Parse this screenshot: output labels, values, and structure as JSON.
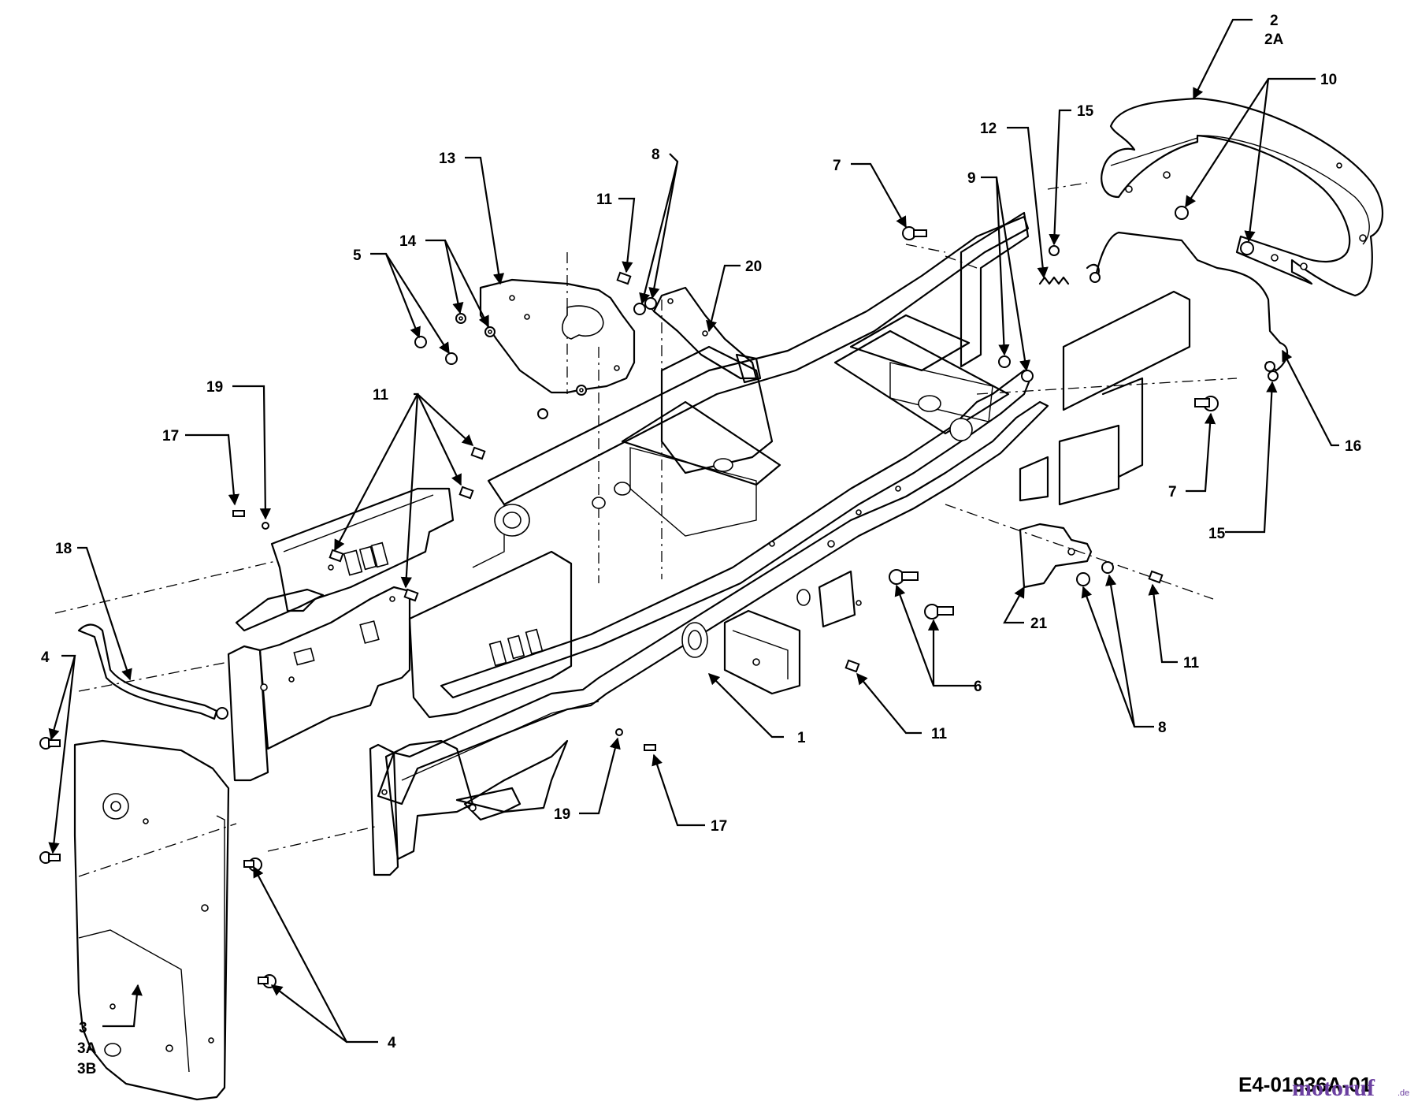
{
  "diagram": {
    "drawing_code": "E4-01936A-01",
    "watermark": {
      "name": "motoruf",
      "tld": ".de"
    },
    "parts": [
      {
        "id": "1",
        "lines": [
          "1"
        ]
      },
      {
        "id": "2",
        "lines": [
          "2",
          "2A"
        ]
      },
      {
        "id": "3",
        "lines": [
          "3",
          "3A",
          "3B"
        ]
      },
      {
        "id": "4a",
        "lines": [
          "4"
        ]
      },
      {
        "id": "4b",
        "lines": [
          "4"
        ]
      },
      {
        "id": "5",
        "lines": [
          "5"
        ]
      },
      {
        "id": "6",
        "lines": [
          "6"
        ]
      },
      {
        "id": "7a",
        "lines": [
          "7"
        ]
      },
      {
        "id": "7b",
        "lines": [
          "7"
        ]
      },
      {
        "id": "8a",
        "lines": [
          "8"
        ]
      },
      {
        "id": "8b",
        "lines": [
          "8"
        ]
      },
      {
        "id": "9",
        "lines": [
          "9"
        ]
      },
      {
        "id": "10",
        "lines": [
          "10"
        ]
      },
      {
        "id": "11a",
        "lines": [
          "11"
        ]
      },
      {
        "id": "11b",
        "lines": [
          "11"
        ]
      },
      {
        "id": "11c",
        "lines": [
          "11"
        ]
      },
      {
        "id": "11d",
        "lines": [
          "11"
        ]
      },
      {
        "id": "12",
        "lines": [
          "12"
        ]
      },
      {
        "id": "13",
        "lines": [
          "13"
        ]
      },
      {
        "id": "14",
        "lines": [
          "14"
        ]
      },
      {
        "id": "15a",
        "lines": [
          "15"
        ]
      },
      {
        "id": "15b",
        "lines": [
          "15"
        ]
      },
      {
        "id": "16",
        "lines": [
          "16"
        ]
      },
      {
        "id": "17a",
        "lines": [
          "17"
        ]
      },
      {
        "id": "17b",
        "lines": [
          "17"
        ]
      },
      {
        "id": "18",
        "lines": [
          "18"
        ]
      },
      {
        "id": "19a",
        "lines": [
          "19"
        ]
      },
      {
        "id": "19b",
        "lines": [
          "19"
        ]
      },
      {
        "id": "20",
        "lines": [
          "20"
        ]
      },
      {
        "id": "21",
        "lines": [
          "21"
        ]
      }
    ]
  }
}
